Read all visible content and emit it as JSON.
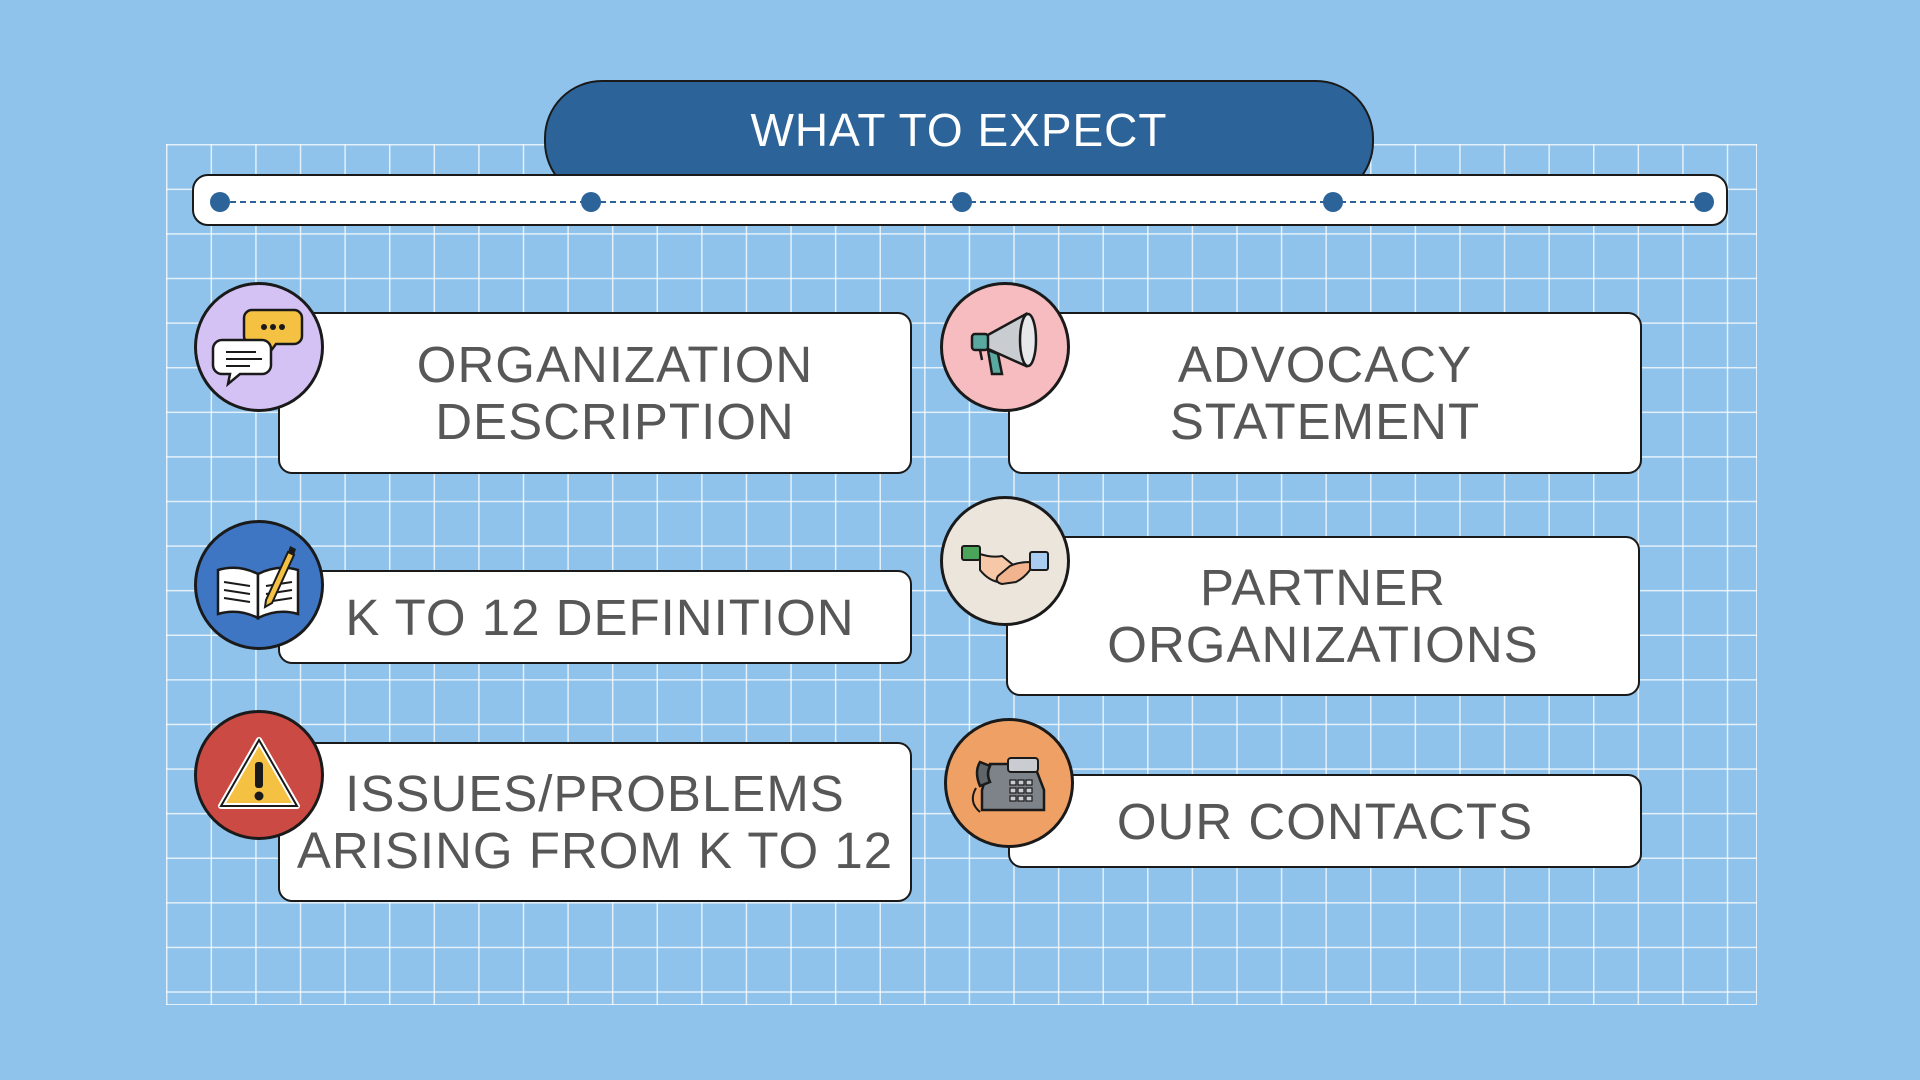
{
  "header": {
    "title": "WHAT TO EXPECT"
  },
  "timeline": {
    "stops": 5
  },
  "items": [
    {
      "label": "ORGANIZATION\nDESCRIPTION",
      "icon": "speech-bubbles-icon",
      "badge_color": "#d5c2f5"
    },
    {
      "label": "K TO 12 DEFINITION",
      "icon": "open-book-pen-icon",
      "badge_color": "#3f76c4"
    },
    {
      "label": "ISSUES/PROBLEMS\nARISING FROM K TO 12",
      "icon": "warning-triangle-icon",
      "badge_color": "#cc4a44"
    },
    {
      "label": "ADVOCACY\nSTATEMENT",
      "icon": "megaphone-icon",
      "badge_color": "#f6bcbf"
    },
    {
      "label": "PARTNER\nORGANIZATIONS",
      "icon": "handshake-icon",
      "badge_color": "#ece5dc"
    },
    {
      "label": "OUR CONTACTS",
      "icon": "telephone-icon",
      "badge_color": "#efa064"
    }
  ],
  "colors": {
    "background": "#90c3eb",
    "header_fill": "#2c6499",
    "timeline_dot": "#2c6499",
    "card_text": "#575757"
  }
}
